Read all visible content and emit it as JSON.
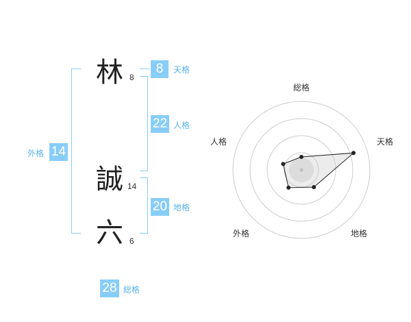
{
  "name": {
    "surname": {
      "char": "林",
      "strokes": "8"
    },
    "given": [
      {
        "char": "誠",
        "strokes": "14"
      },
      {
        "char": "六",
        "strokes": "6"
      }
    ]
  },
  "fortunes": {
    "tenkaku": {
      "value": "8",
      "label": "天格"
    },
    "jinkaku": {
      "value": "22",
      "label": "人格"
    },
    "chikaku": {
      "value": "20",
      "label": "地格"
    },
    "gaikaku": {
      "value": "14",
      "label": "外格"
    },
    "soukaku": {
      "value": "28",
      "label": "総格"
    }
  },
  "radar": {
    "axes": [
      "総格",
      "天格",
      "地格",
      "外格",
      "人格"
    ],
    "levels": 4,
    "values": [
      0.19,
      0.8,
      0.31,
      0.32,
      0.28
    ]
  }
}
